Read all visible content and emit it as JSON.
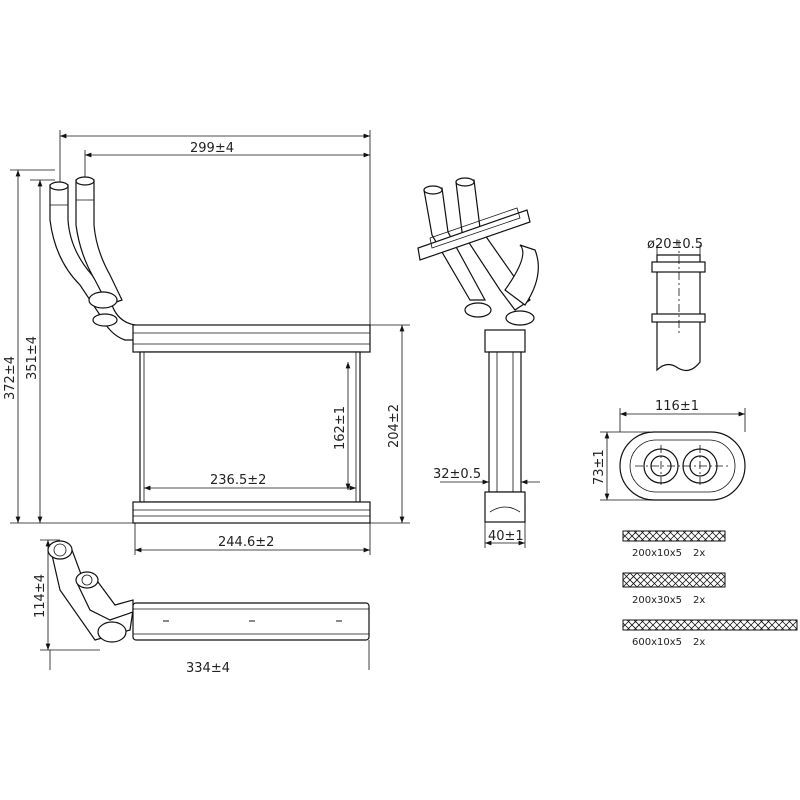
{
  "front_view": {
    "width_top": "299±4",
    "height_total": "372±4",
    "height_core": "351±4",
    "core_height_inner": "162±1",
    "core_height": "204±2",
    "core_width_inner": "236.5±2",
    "core_width": "244.6±2"
  },
  "side_view": {
    "depth": "32±0.5",
    "tank_depth": "40±1"
  },
  "pipe_detail": {
    "diameter": "ø20±0.5"
  },
  "flange_detail": {
    "width": "116±1",
    "height": "73±1"
  },
  "top_view": {
    "height": "114±4",
    "length": "334±4"
  },
  "gaskets": [
    {
      "size": "200x10x5",
      "qty": "2x"
    },
    {
      "size": "200x30x5",
      "qty": "2x"
    },
    {
      "size": "600x10x5",
      "qty": "2x"
    }
  ]
}
